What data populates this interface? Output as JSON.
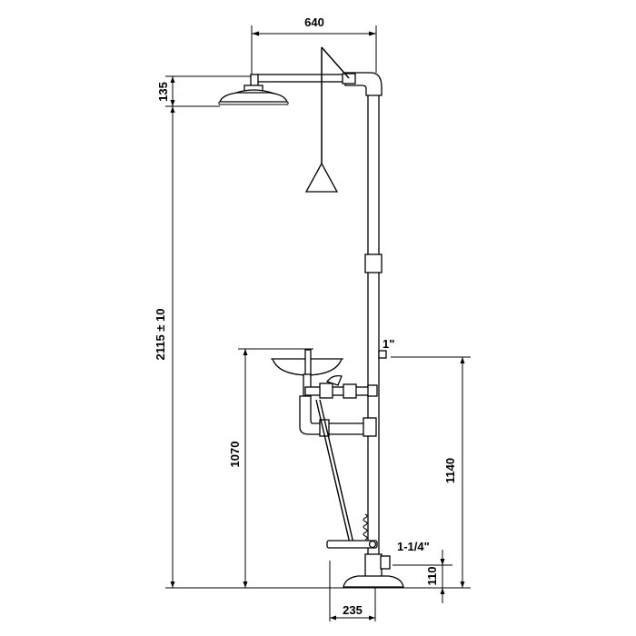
{
  "drawing": {
    "subject": "combination emergency shower and eyewash station",
    "dimensions": {
      "arm_length": "640",
      "head_drop": "135",
      "total_height": "2115 ± 10",
      "bowl_height": "1070",
      "inlet_height": "1140",
      "drain_height": "110",
      "base_width": "235"
    },
    "pipe_sizes": {
      "water_inlet": "1\"",
      "drain_outlet": "1-1/4\""
    }
  }
}
